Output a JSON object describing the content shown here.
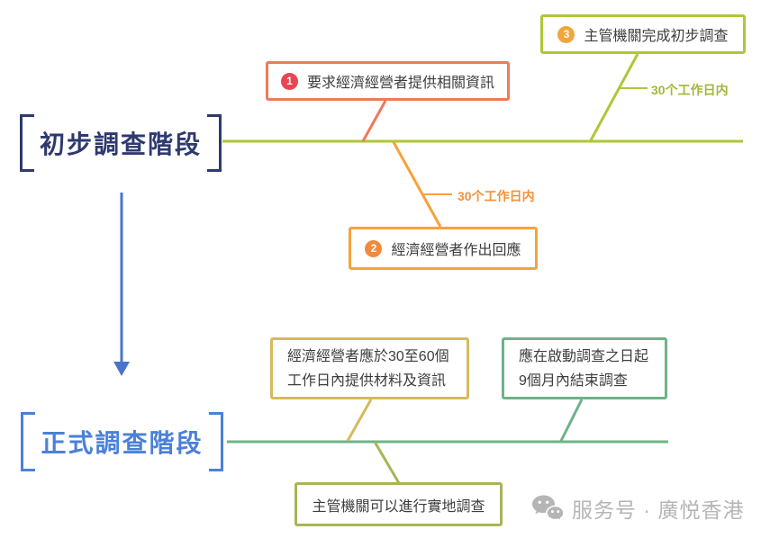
{
  "diagram": {
    "phase1": {
      "title": "初步調查階段",
      "event1": {
        "num": "1",
        "label": "要求經濟經營者提供相關資訊"
      },
      "event2": {
        "num": "2",
        "label": "經濟經營者作出回應",
        "duration": "30个工作日内"
      },
      "event3": {
        "num": "3",
        "label": "主管機關完成初步調查",
        "duration": "30个工作日内"
      }
    },
    "phase2": {
      "title": "正式調查階段",
      "note1": {
        "line1": "經濟經營者應於30至60個",
        "line2": "工作日內提供材料及資訊"
      },
      "note2": {
        "line1": "應在啟動調查之日起",
        "line2": "9個月內結束調查"
      },
      "note3": {
        "label": "主管機關可以進行實地調查"
      }
    }
  },
  "watermark": {
    "icon": "wechat-icon",
    "label": "服务号 · 廣悦香港"
  },
  "colors": {
    "navy": "#2e3a6e",
    "blue": "#4b80d8",
    "arrow-blue": "#4a74c9",
    "coral": "#f0795a",
    "red": "#e94553",
    "orange": "#f7a23c",
    "orange2": "#f18b3b",
    "orange-text": "#f0923b",
    "amber": "#f0a63c",
    "lime": "#aec737",
    "lime-text": "#a4b53a",
    "tan": "#d6ba5e",
    "olive": "#a9b455",
    "green-soft": "#6fb287",
    "wm-gray": "#b5b5b5"
  }
}
